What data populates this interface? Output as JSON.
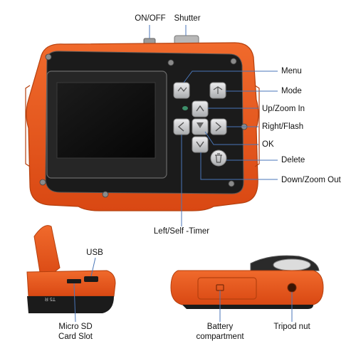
{
  "colors": {
    "body_orange": "#e8521c",
    "body_orange_dark": "#c2410f",
    "face_black": "#1b1b1b",
    "button_grey": "#cfd0d2",
    "screen_dark": "#0c0c0c",
    "leader_line": "#4a76b8",
    "text": "#111111"
  },
  "labels": {
    "on_off": "ON/OFF",
    "shutter": "Shutter",
    "menu": "Menu",
    "mode": "Mode",
    "up_zoom_in": "Up/Zoom In",
    "right_flash": "Right/Flash",
    "ok": "OK",
    "delete": "Delete",
    "down_zoom_out": "Down/Zoom Out",
    "left_self_timer": "Left/Self -Timer",
    "usb": "USB",
    "micro_sd_line1": "Micro SD",
    "micro_sd_line2": "Card Slot",
    "battery_line1": "Battery",
    "battery_line2": "compartment",
    "tripod_nut": "Tripod nut"
  },
  "icons": [
    "menu-button-icon",
    "mode-button-icon",
    "up-arrow-icon",
    "left-arrow-icon",
    "ok-button-icon",
    "right-arrow-icon",
    "down-arrow-icon",
    "trash-icon"
  ]
}
